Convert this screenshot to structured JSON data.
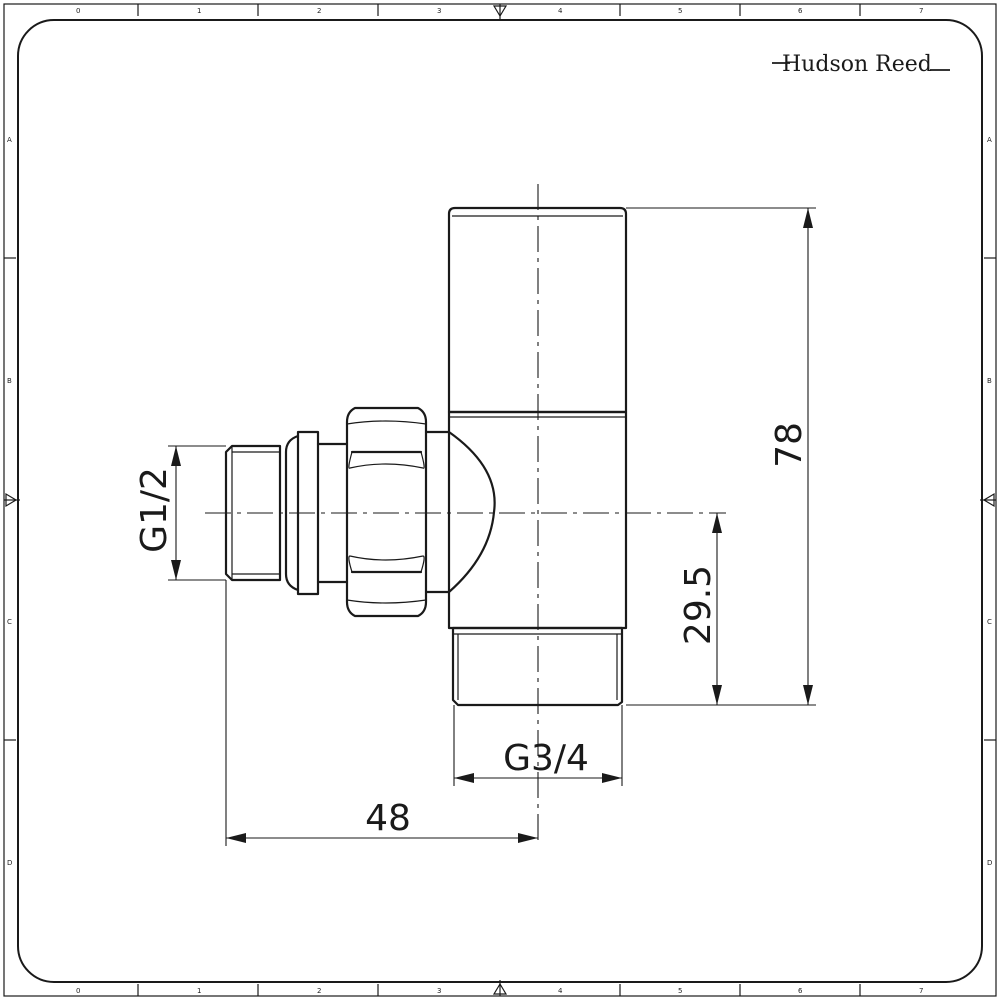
{
  "brand": {
    "name": "Hudson Reed"
  },
  "dimensions": {
    "height_total": "78",
    "height_center": "29.5",
    "outlet_thread": "G3/4",
    "inlet_thread": "G1/2",
    "width": "48"
  },
  "border": {
    "columns": [
      "0",
      "1",
      "2",
      "3",
      "4",
      "5",
      "6",
      "7"
    ],
    "rows": [
      "A",
      "B",
      "C",
      "D"
    ]
  }
}
